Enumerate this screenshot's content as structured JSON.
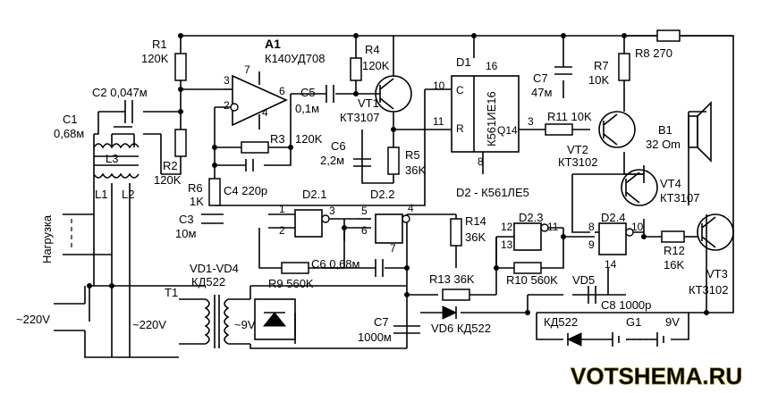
{
  "components": {
    "a1_ref": "A1",
    "a1_type": "К140УД708",
    "r1_ref": "R1",
    "r1_val": "120K",
    "r2_ref": "R2",
    "r2_val": "120K",
    "r3_ref": "R3",
    "r3_val": "120K",
    "r4_ref": "R4",
    "r4_val": "120K",
    "r5_ref": "R5",
    "r5_val": "36K",
    "r6_ref": "R6",
    "r6_val": "1K",
    "r7_ref": "R7",
    "r7_val": "10K",
    "r8": "R8 270",
    "r9": "R9 560K",
    "r10": "R10 560K",
    "r11": "R11 10K",
    "r12_ref": "R12",
    "r12_val": "16K",
    "r13": "R13 36K",
    "r14_ref": "R14",
    "r14_val": "36K",
    "c1_ref": "C1",
    "c1_val": "0,68м",
    "c2": "C2 0,047м",
    "c3_ref": "C3",
    "c3_val": "10м",
    "c4": "C4 220р",
    "c5_ref": "C5",
    "c5_val": "0,1м",
    "c6a_ref": "C6",
    "c6a_val": "2,2м",
    "c6b": "C6 0,68м",
    "c7a_ref": "C7",
    "c7a_val": "47м",
    "c7b_ref": "C7",
    "c7b_val": "1000м",
    "c8": "C8 1000р",
    "vt1_ref": "VT1",
    "vt1_type": "КТ3107",
    "vt2_ref": "VT2",
    "vt2_type": "КТ3102",
    "vt3_ref": "VT3",
    "vt3_type": "КТ3102",
    "vt4_ref": "VT4",
    "vt4_type": "КТ3107",
    "d1_ref": "D1",
    "d1_type": "К561ИЕ16",
    "d2_note": "D2 - К561ЛЕ5",
    "d21": "D2.1",
    "d22": "D2.2",
    "d23": "D2.3",
    "d24": "D2.4",
    "l1": "L1",
    "l2": "L2",
    "l3": "L3",
    "t1": "T1",
    "b1_ref": "B1",
    "b1_val": "32 Om",
    "vd14_ref": "VD1-VD4",
    "vd14_type": "КД522",
    "vd5_ref": "VD5",
    "vd5_type": "КД522",
    "vd6": "VD6 КД522",
    "g1": "G1",
    "g1_val": "9V",
    "load": "Нагрузка",
    "mains_in": "~220V",
    "mains_t": "~220V",
    "sec": "~9V",
    "pin_c": "C",
    "pin_r": "R",
    "pin_q14": "Q14",
    "watermark": "VOTSHEMA.RU"
  },
  "pins": {
    "p1": "1",
    "p2": "2",
    "p3": "3",
    "p4": "4",
    "p5": "5",
    "p6": "6",
    "p7": "7",
    "p8": "8",
    "p9": "9",
    "p10": "10",
    "p11": "11",
    "p12": "12",
    "p13": "13",
    "p14": "14",
    "p16": "16"
  }
}
